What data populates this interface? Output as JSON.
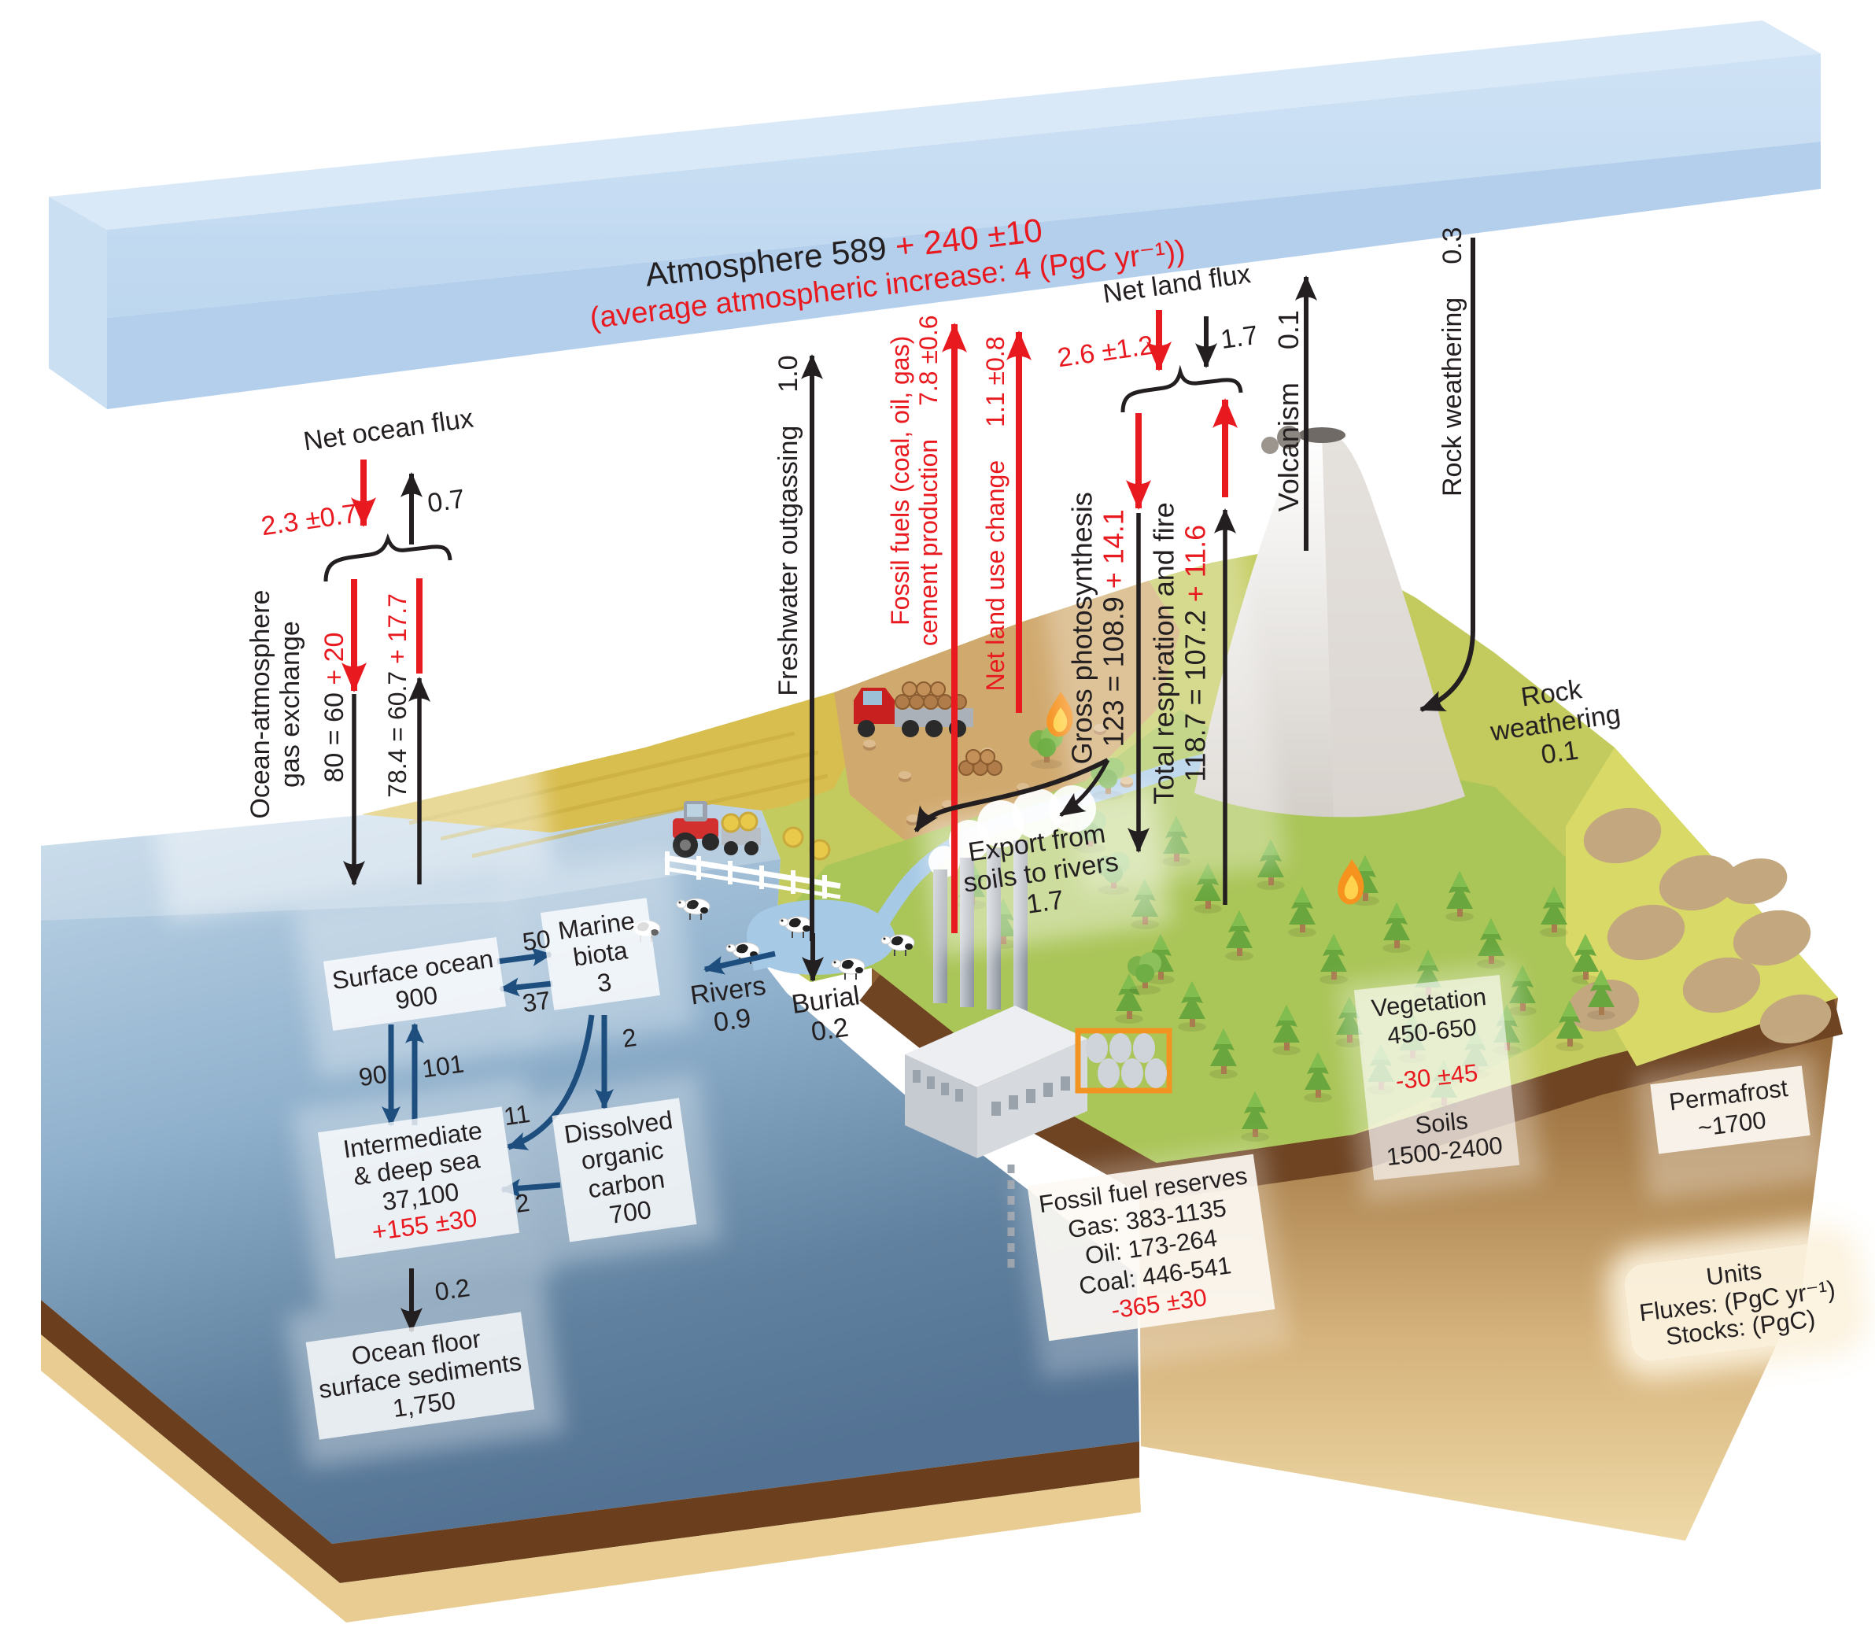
{
  "colors": {
    "red": "#e8191f",
    "black": "#231f20",
    "navy": "#1d4e7e",
    "ocean": "#6f90b0",
    "land_green": "#b5c95e",
    "atmosphere_blue": "#c6dbf2"
  },
  "atmosphere": {
    "label_black": "Atmosphere 589",
    "label_red": " + 240 ±10",
    "subtitle_red": "(average atmospheric increase: 4 (PgC yr⁻¹))"
  },
  "ocean_fluxes": {
    "net_ocean_flux_label": "Net ocean flux",
    "net_down_red": "2.3 ±0.7",
    "net_up_black": "0.7",
    "gas_exchange_line1": "Ocean-atmosphere",
    "gas_exchange_line2": "gas exchange",
    "down_black": "80 = 60 ",
    "down_red": "+ 20",
    "up_black": "78.4 = 60.7 ",
    "up_red": "+ 17.7"
  },
  "atmosphere_fluxes": {
    "freshwater_outgassing": {
      "label": "Freshwater outgassing",
      "value": "1.0"
    },
    "fossil_fuels": {
      "line1": "Fossil fuels (coal, oil, gas)",
      "line2": "cement production",
      "value": "7.8 ±0.6"
    },
    "net_land_use_change": {
      "label": "Net land use change",
      "value": "1.1 ±0.8"
    },
    "net_land_flux": {
      "label": "Net land flux",
      "down_red": "2.6 ±1.2",
      "down_black": "1.7"
    },
    "gross_photosynthesis": {
      "label": "Gross photosynthesis",
      "value_black": "123 = 108.9 ",
      "value_red": "+ 14.1"
    },
    "total_respiration_fire": {
      "label": "Total respiration and fire",
      "value_black": "118.7 = 107.2 ",
      "value_red": "+ 11.6"
    },
    "volcanism": {
      "label": "Volcanism",
      "value": "0.1"
    },
    "rock_weathering_atmosphere": {
      "label": "Rock weathering",
      "value": "0.3"
    }
  },
  "land_fluxes": {
    "rock_weathering_land": {
      "line1": "Rock",
      "line2": "weathering",
      "value": "0.1"
    },
    "export_soils_rivers": {
      "line1": "Export from",
      "line2": "soils to rivers",
      "value": "1.7"
    },
    "rivers": {
      "label": "Rivers",
      "value": "0.9"
    },
    "burial": {
      "label": "Burial",
      "value": "0.2"
    }
  },
  "ocean_interior": {
    "surface_ocean": {
      "name": "Surface ocean",
      "stock": "900"
    },
    "marine_biota": {
      "line1": "Marine",
      "line2": "biota",
      "stock": "3"
    },
    "intermediate_deep_sea": {
      "line1": "Intermediate",
      "line2": "& deep sea",
      "stock": "37,100",
      "delta_red": "+155 ±30"
    },
    "dissolved_organic_carbon": {
      "line1": "Dissolved",
      "line2": "organic",
      "line3": "carbon",
      "stock": "700"
    },
    "ocean_floor": {
      "line1": "Ocean floor",
      "line2": "surface sediments",
      "stock": "1,750"
    },
    "flux_surface_to_biota": "50",
    "flux_biota_to_surface": "37",
    "flux_surface_down": "90",
    "flux_deep_up": "101",
    "flux_biota_to_doc": "2",
    "flux_biota_to_deep": "11",
    "flux_doc_to_deep": "2",
    "flux_deep_to_sediment": "0.2"
  },
  "land_stocks": {
    "vegetation": {
      "name": "Vegetation",
      "stock": "450-650",
      "delta_red": "-30 ±45"
    },
    "soils": {
      "name": "Soils",
      "stock": "1500-2400"
    },
    "permafrost": {
      "name": "Permafrost",
      "stock": "~1700"
    },
    "fossil_fuel_reserves": {
      "title": "Fossil fuel reserves",
      "gas": "Gas: 383-1135",
      "oil": "Oil: 173-264",
      "coal": "Coal: 446-541",
      "delta_red": "-365 ±30"
    }
  },
  "units": {
    "title": "Units",
    "fluxes": "Fluxes: (PgC yr⁻¹)",
    "stocks": "Stocks: (PgC)"
  }
}
